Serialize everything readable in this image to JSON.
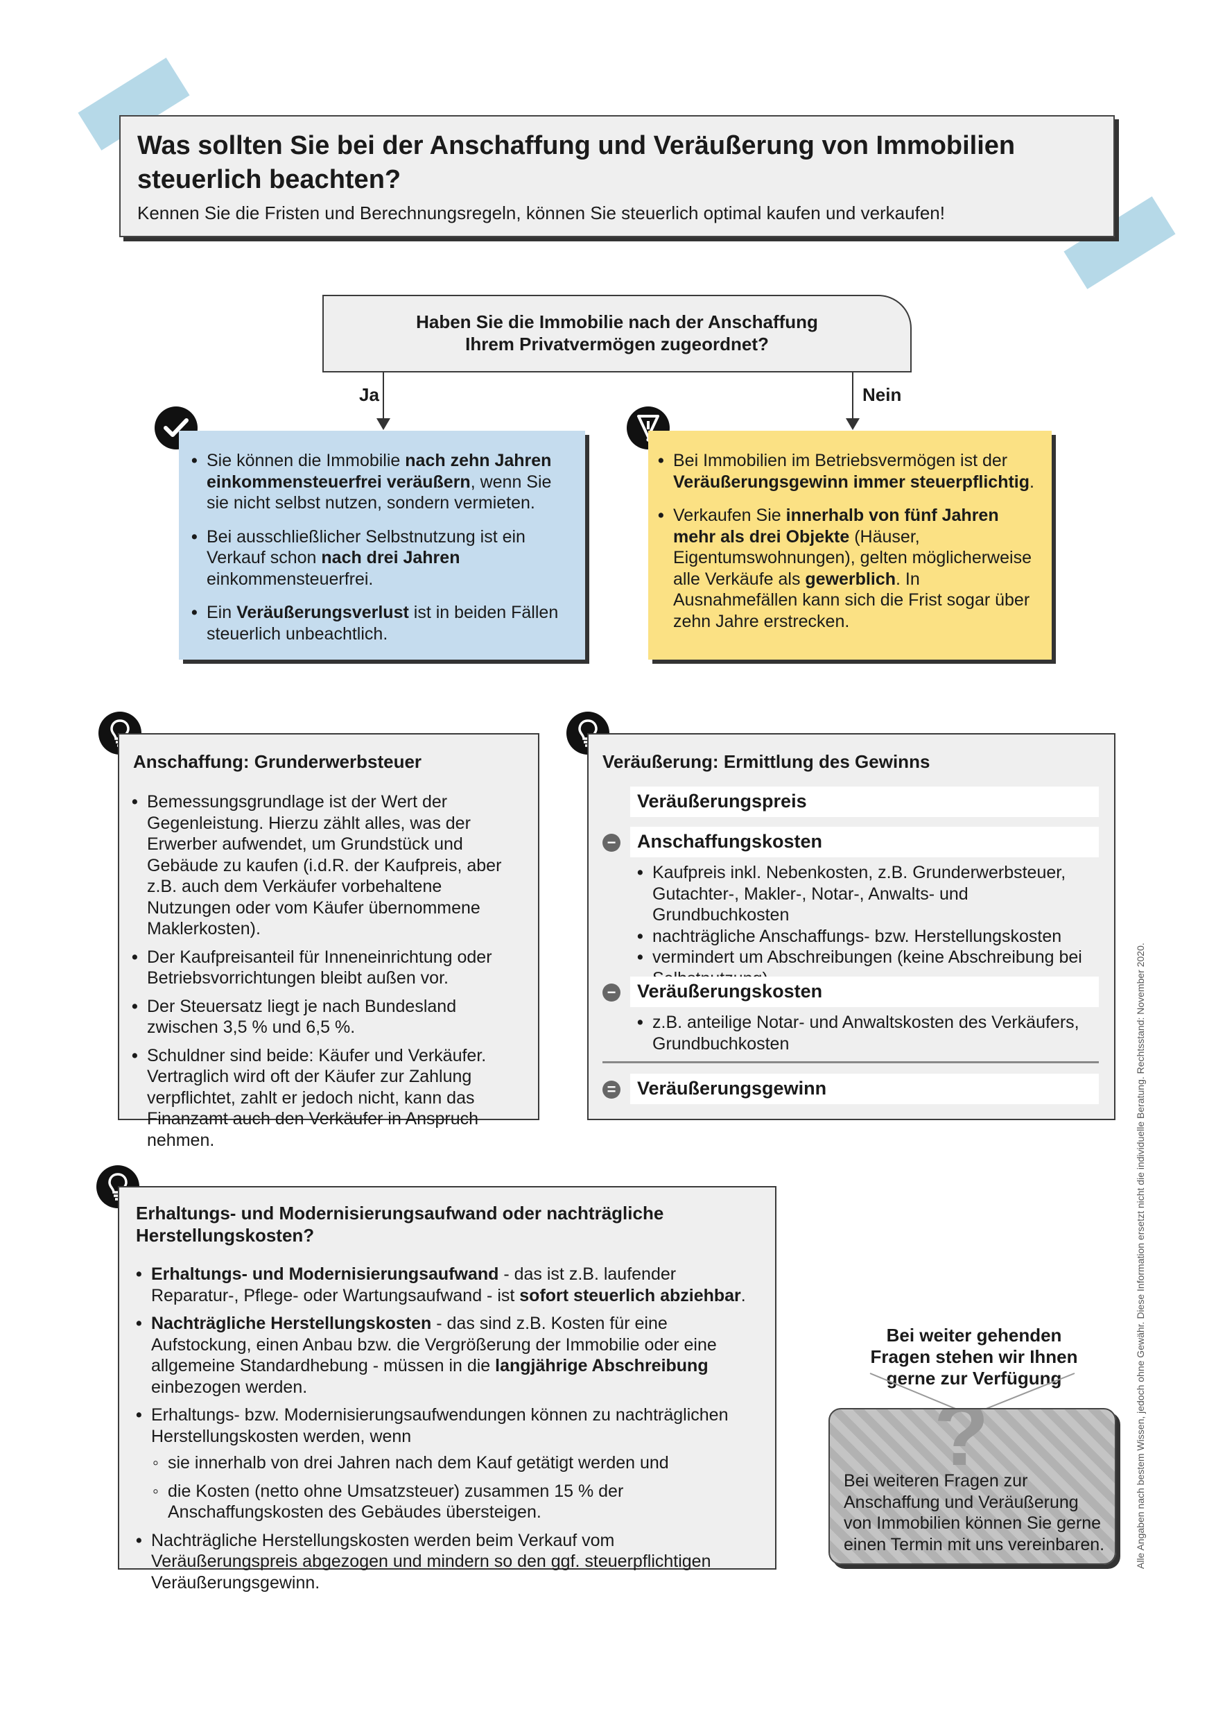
{
  "header": {
    "title_line1": "Was sollten Sie bei der Anschaffung und Veräußerung von Immobilien",
    "title_line2": "steuerlich beachten?",
    "subtitle": "Kennen Sie die Fristen und Berechnungsregeln, können Sie steuerlich optimal kaufen und verkaufen!"
  },
  "question": {
    "line1": "Haben Sie die Immobilie nach der Anschaffung",
    "line2": "Ihrem Privatvermögen zugeordnet?",
    "yes": "Ja",
    "no": "Nein"
  },
  "yes_box": {
    "b1_pre": "Sie können die Immobilie ",
    "b1_bold": "nach zehn Jahren einkommensteuerfrei veräußern",
    "b1_post": ", wenn Sie sie nicht selbst nutzen, sondern vermieten.",
    "b2_pre": "Bei ausschließlicher Selbstnutzung ist ein Verkauf schon ",
    "b2_bold": "nach drei Jahren",
    "b2_post": " einkommensteuerfrei.",
    "b3_pre": "Ein ",
    "b3_bold": "Veräußerungsverlust",
    "b3_post": " ist in beiden Fällen steuerlich unbeachtlich."
  },
  "no_box": {
    "b1_pre": "Bei Immobilien im Betriebsvermögen ist der ",
    "b1_bold": "Veräußerungsgewinn immer steuerpflichtig",
    "b1_post": ".",
    "b2_pre": "Verkaufen Sie ",
    "b2_bold": "innerhalb von fünf Jahren mehr als drei Objekte",
    "b2_mid": " (Häuser, Eigentumswohnungen), gelten möglicherweise alle Verkäufe als ",
    "b2_bold2": "gewerblich",
    "b2_post": ". In Ausnahmefällen kann sich die Frist sogar über zehn Jahre erstrecken."
  },
  "anschaffung": {
    "title": "Anschaffung: Grunderwerbsteuer",
    "items": [
      "Bemessungsgrundlage ist der Wert der Gegenleistung. Hierzu zählt alles, was der Erwerber aufwendet, um Grundstück und Gebäude zu kaufen (i.d.R. der Kaufpreis, aber z.B. auch dem Verkäufer vorbehaltene Nutzungen oder vom Käufer übernommene Maklerkosten).",
      "Der Kaufpreisanteil für Inneneinrichtung oder Betriebsvorrichtungen bleibt außen vor.",
      "Der Steuersatz liegt je nach Bundesland zwischen 3,5 % und 6,5 %.",
      "Schuldner sind beide: Käufer und Verkäufer. Vertraglich wird oft der Käufer zur Zahlung verpflichtet, zahlt er jedoch nicht, kann das Finanzamt auch den Verkäufer in Anspruch nehmen."
    ]
  },
  "veraeusserung": {
    "title": "Veräußerung: Ermittlung des Gewinns",
    "row1": "Veräußerungspreis",
    "row2": "Anschaffungskosten",
    "row2_items": [
      "Kaufpreis inkl. Nebenkosten, z.B. Grunderwerbsteuer, Gutachter-, Makler-, Notar-, Anwalts- und Grundbuchkosten",
      "nachträgliche Anschaffungs- bzw. Herstellungskosten",
      "vermindert um Abschreibungen (keine Abschreibung bei Selbstnutzung)"
    ],
    "row3": "Veräußerungskosten",
    "row3_items": [
      "z.B. anteilige Notar- und Anwaltskosten des Verkäufers, Grundbuchkosten"
    ],
    "row4": "Veräußerungsgewinn",
    "minus": "−",
    "equals": "="
  },
  "erhaltung": {
    "title_line1": "Erhaltungs- und Modernisierungsaufwand oder nachträgliche",
    "title_line2": "Herstellungskosten?",
    "b1_bold": "Erhaltungs- und Modernisierungsaufwand",
    "b1_mid": " - das ist z.B. laufender Reparatur-, Pflege- oder Wartungsaufwand - ist ",
    "b1_bold2": "sofort steuerlich abziehbar",
    "b1_post": ".",
    "b2_bold": "Nachträgliche Herstellungskosten",
    "b2_mid": " - das sind z.B. Kosten für eine Aufstockung, einen Anbau bzw. die Vergrößerung der Immobilie oder eine allgemeine Standardhebung - müssen in die ",
    "b2_bold2": "langjährige Abschreibung",
    "b2_post": " einbezogen werden.",
    "b3": "Erhaltungs- bzw. Modernisierungsaufwendungen können zu nachträglichen Herstellungskosten werden, wenn",
    "b3_sub": [
      "sie innerhalb von drei Jahren nach dem Kauf getätigt werden und",
      "die Kosten (netto ohne Umsatzsteuer) zusammen 15 % der Anschaffungskosten des Gebäudes übersteigen."
    ],
    "b4": "Nachträgliche Herstellungskosten werden beim Verkauf vom Veräußerungspreis abgezogen und mindern so den ggf. steuerpflichtigen Veräußerungsgewinn."
  },
  "contact": {
    "heading": "Bei weiter gehenden Fragen stehen wir Ihnen gerne zur Verfügung",
    "text": "Bei weiteren Fragen zur Anschaffung und Veräußerung von Immobilien können Sie gerne einen Termin mit uns vereinbaren.",
    "question_mark": "?"
  },
  "disclaimer": "Alle Angaben nach bestem Wissen, jedoch ohne Gewähr. Diese Information ersetzt nicht die individuelle Beratung. Rechtsstand: November 2020.",
  "colors": {
    "blue_box": "#c5dcee",
    "yellow_box": "#fbe184",
    "gray_box": "#efefef",
    "tape": "#a9d2e4"
  },
  "icons": [
    "check-icon",
    "warning-icon",
    "lightbulb-icon"
  ]
}
